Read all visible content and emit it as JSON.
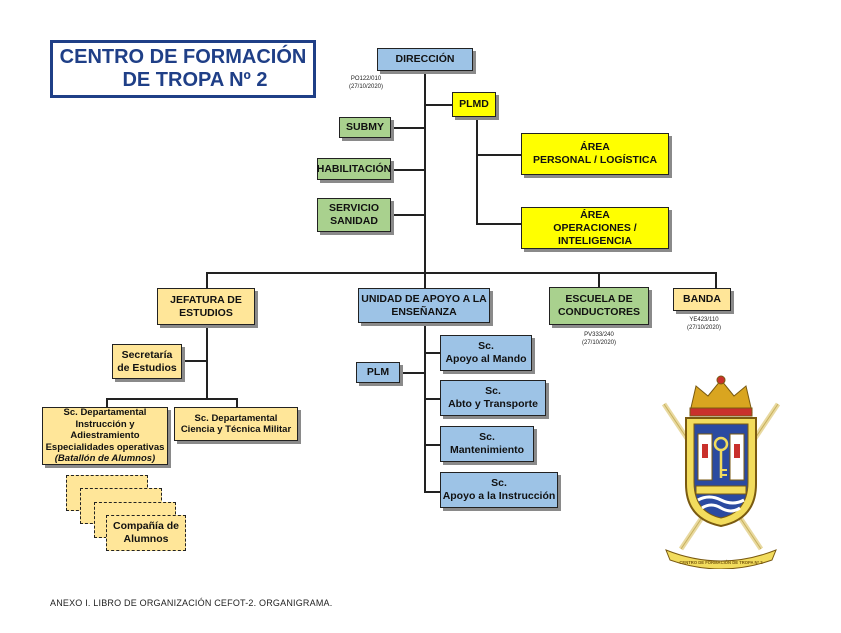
{
  "title": {
    "line1": "CENTRO DE FORMACIÓN",
    "line2": "DE TROPA Nº 2"
  },
  "nodes": {
    "direccion": {
      "label": "DIRECCIÓN",
      "note1": "PO122/010",
      "note2": "(27/10/2020)"
    },
    "plmd": {
      "label": "PLMD"
    },
    "submy": {
      "label": "SUBMY"
    },
    "habilitacion": {
      "label": "HABILITACIÓN"
    },
    "servicio_sanidad": {
      "line1": "SERVICIO",
      "line2": "SANIDAD"
    },
    "area_personal": {
      "line1": "ÁREA",
      "line2": "PERSONAL / LOGÍSTICA"
    },
    "area_operaciones": {
      "line1": "ÁREA",
      "line2": "OPERACIONES / INTELIGENCIA"
    },
    "jefatura": {
      "line1": "JEFATURA DE",
      "line2": "ESTUDIOS"
    },
    "unidad_apoyo": {
      "line1": "UNIDAD DE APOYO A LA",
      "line2": "ENSEÑANZA"
    },
    "escuela": {
      "line1": "ESCUELA DE",
      "line2": "CONDUCTORES",
      "note1": "PV333/240",
      "note2": "(27/10/2020)"
    },
    "banda": {
      "label": "BANDA",
      "note1": "YE423/110",
      "note2": "(27/10/2020)"
    },
    "secretaria": {
      "line1": "Secretaría",
      "line2": "de Estudios"
    },
    "sc_instruccion": {
      "line1": "Sc. Departamental",
      "line2": "Instrucción y Adiestramiento",
      "line3": "Especialidades operativas",
      "line4": "(Batallón de Alumnos)"
    },
    "sc_ciencia": {
      "line1": "Sc. Departamental",
      "line2": "Ciencia y Técnica Militar"
    },
    "compania": {
      "line1": "Compañía de",
      "line2": "Alumnos"
    },
    "plm": {
      "label": "PLM"
    },
    "sc_apoyo_mando": {
      "line1": "Sc.",
      "line2": "Apoyo al Mando"
    },
    "sc_abto": {
      "line1": "Sc.",
      "line2": "Abto y Transporte"
    },
    "sc_mantenimiento": {
      "line1": "Sc.",
      "line2": "Mantenimiento"
    },
    "sc_apoyo_instruccion": {
      "line1": "Sc.",
      "line2": "Apoyo a la Instrucción"
    }
  },
  "emblem": {
    "ribbon_text": "CENTRO DE FORMACIÓN DE TROPA Nº 2"
  },
  "footer": "ANEXO I. LIBRO DE ORGANIZACIÓN CEFOT-2. ORGANIGRAMA.",
  "colors": {
    "title": "#1f3f87",
    "blue_box": "#9dc3e6",
    "green_box": "#a9d18e",
    "yellow_box": "#ffff00",
    "tan_box": "#ffe699"
  }
}
